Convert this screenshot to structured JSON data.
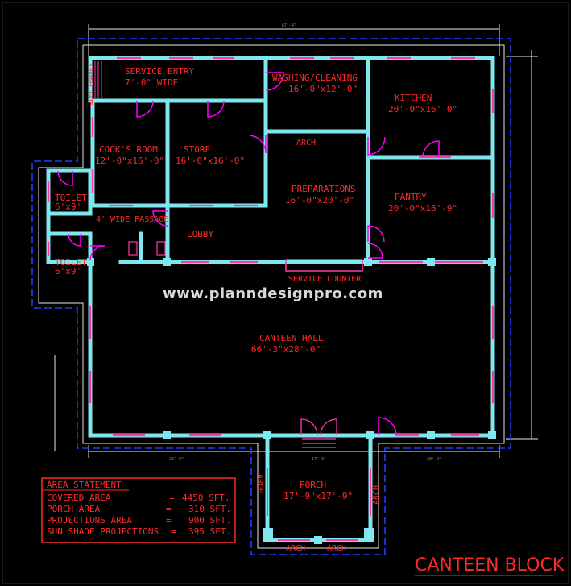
{
  "title": "CANTEEN BLOCK",
  "watermark": "www.planndesignpro.com",
  "rooms": {
    "service_entry": {
      "name": "SERVICE ENTRY",
      "size": "7'-0\" WIDE"
    },
    "channel_gate": {
      "name": "CHANNEL GATE"
    },
    "washing": {
      "name": "WASHING/CLEANING",
      "size": "16'-0\"x12'-0\""
    },
    "kitchen": {
      "name": "KITCHEN",
      "size": "20'-0\"x16'-0\""
    },
    "cooks_room": {
      "name": "COOK'S ROOM",
      "size": "12'-0\"x16'-0\""
    },
    "store": {
      "name": "STORE",
      "size": "16'-0\"x16'-0\""
    },
    "preparations": {
      "name": "PREPARATIONS",
      "size": "16'-0\"x20'-0\""
    },
    "pantry": {
      "name": "PANTRY",
      "size": "20'-0\"x16'-9\""
    },
    "toilet_1": {
      "name": "TOILET",
      "size": "6'x9'"
    },
    "toilet_2": {
      "name": "TOILET",
      "size": "6'x9'"
    },
    "passage": {
      "name": "4' WIDE PASSAGE"
    },
    "lobby": {
      "name": "LOBBY"
    },
    "service_counter": {
      "name": "SERVICE COUNTER"
    },
    "canteen_hall": {
      "name": "CANTEEN HALL",
      "size": "66'-3\"x28'-0\""
    },
    "porch": {
      "name": "PORCH",
      "size": "17'-9\"x17'-9\""
    }
  },
  "arch_labels": {
    "prep_top": "ARCH",
    "porch_left": "ARCH",
    "porch_right": "ARCH",
    "porch_bottom_left": "ARCH",
    "porch_bottom_right": "ARCH"
  },
  "area_statement": {
    "heading": "AREA STATEMENT",
    "rows": [
      {
        "label": "COVERED AREA",
        "eq": "=",
        "value": "4450 SFT."
      },
      {
        "label": "PORCH AREA",
        "eq": "=",
        "value": "310 SFT."
      },
      {
        "label": "PROJECTIONS AREA",
        "eq": "=",
        "value": "900 SFT."
      },
      {
        "label": "SUN SHADE PROJECTIONS",
        "eq": "=",
        "value": "395 SFT."
      }
    ]
  },
  "dimensions": {
    "top_overall": "67'-4\"",
    "bottom_left": "20'-0\"",
    "bottom_mid": "17'-9\"",
    "bottom_right": "20'-0\""
  },
  "colors": {
    "wall": "#7fe8ee",
    "accent": "#ff3aa8",
    "door": "#ff00ff",
    "text": "#ff2a2a",
    "outline_blue": "#1e3cff",
    "dim_line": "#e8e8e8"
  }
}
